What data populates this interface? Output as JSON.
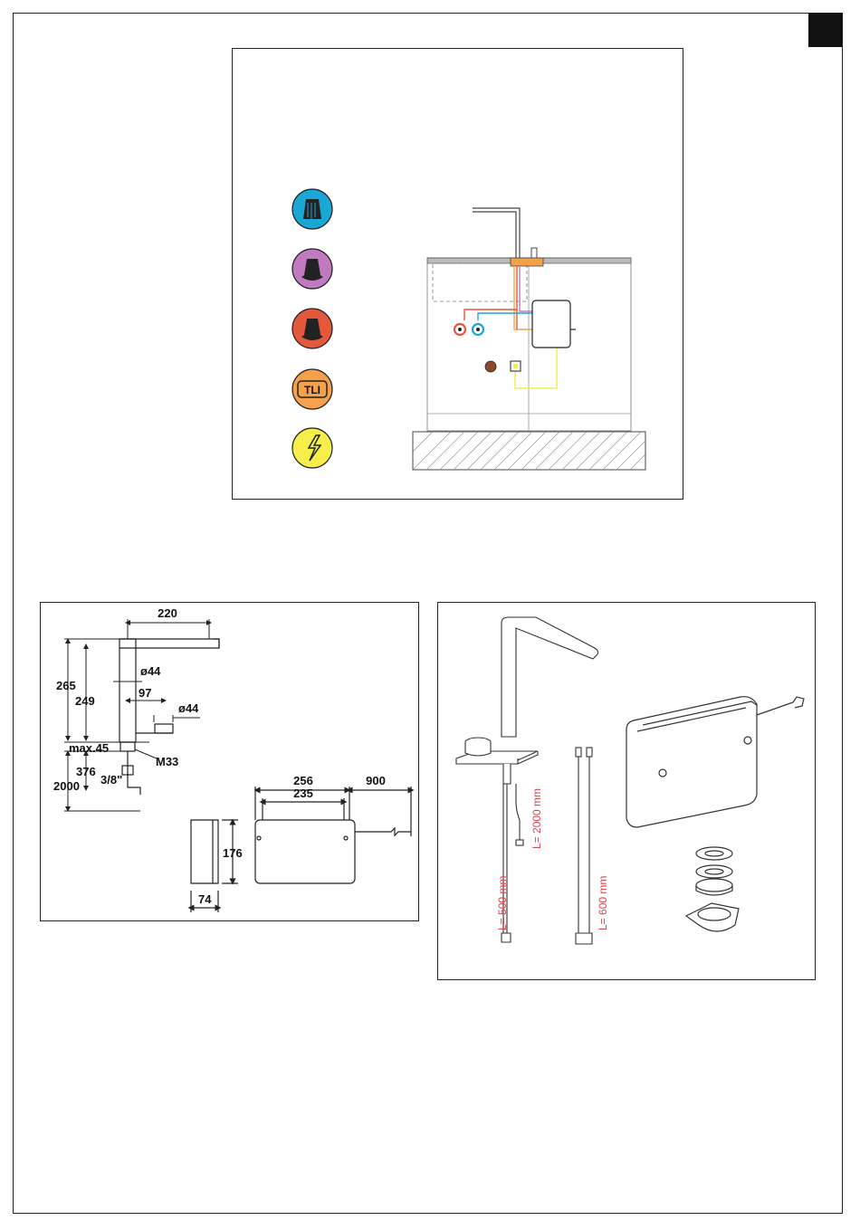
{
  "colors": {
    "cold_blue": "#1aa7d6",
    "mix_purple": "#c07ac0",
    "hot_red": "#e4583c",
    "tli_orange": "#f5a04a",
    "power_yellow": "#f6ee4a",
    "accent_red_text": "#d9434b"
  },
  "install_icons": [
    {
      "name": "cold-water-icon",
      "label": ""
    },
    {
      "name": "mixed-water-icon",
      "label": ""
    },
    {
      "name": "hot-water-icon",
      "label": ""
    },
    {
      "name": "tli-icon",
      "label": "TLI"
    },
    {
      "name": "power-icon",
      "label": ""
    }
  ],
  "dimensions": {
    "spout_reach": "220",
    "total_height": "265",
    "body_height": "249",
    "body_diameter": "ø44",
    "lever_offset": "97",
    "lever_diameter": "ø44",
    "max_counter": "max.45",
    "thread": "M33",
    "hose_length_a": "376",
    "hose_length_b": "2000",
    "hose_thread": "3/8\"",
    "box_width_outer": "256",
    "box_width_inner": "235",
    "cable_length": "900",
    "box_height": "176",
    "box_depth": "74"
  },
  "parts": {
    "cable_label": "L= 2000 mm",
    "hose_short_label": "L= 500 mm",
    "hose_long_label": "L= 600 mm"
  }
}
